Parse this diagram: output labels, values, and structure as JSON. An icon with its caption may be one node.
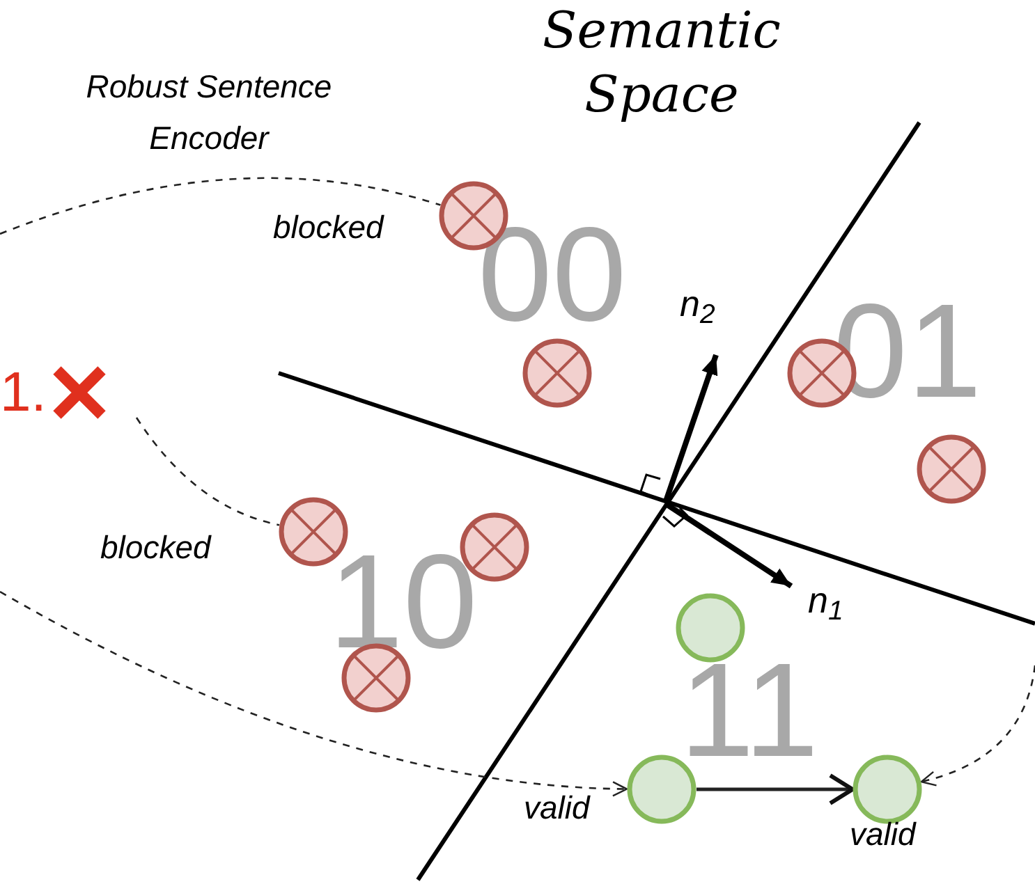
{
  "diagram": {
    "title": "Semantic Space",
    "nodes": [
      {
        "text": [
          "1."
        ]
      },
      {
        "text": [],
        "shape": "circle",
        "beside": [
          "blocked"
        ]
      },
      {
        "text": [],
        "shape": "circle"
      },
      {
        "text": [],
        "shape": "circle"
      },
      {
        "text": [],
        "shape": "circle"
      },
      {
        "text": [],
        "shape": "circle",
        "beside": [
          "blocked"
        ]
      },
      {
        "text": [],
        "shape": "circle"
      },
      {
        "text": [],
        "shape": "circle"
      },
      {
        "text": [],
        "shape": "circle"
      },
      {
        "text": [],
        "shape": "circle",
        "beside": [
          "valid"
        ]
      },
      {
        "text": [],
        "shape": "circle",
        "beside": [
          "valid"
        ]
      }
    ],
    "edges": [
      {
        "from": null,
        "to": 1,
        "arrow": "none",
        "style": "dashed"
      },
      {
        "from": 0,
        "to": 5,
        "arrow": "none",
        "style": "dashed"
      },
      {
        "from": null,
        "to": 9,
        "arrow": "to",
        "style": "dashed"
      },
      {
        "from": null,
        "to": 10,
        "arrow": "to",
        "style": "dashed"
      },
      {
        "from": 9,
        "to": 10,
        "arrow": "to"
      }
    ],
    "labels": [
      "Robust Sentence Encoder",
      "00",
      "01",
      "n$_{2}$",
      "n$_{1}$",
      "10",
      "11"
    ]
  }
}
